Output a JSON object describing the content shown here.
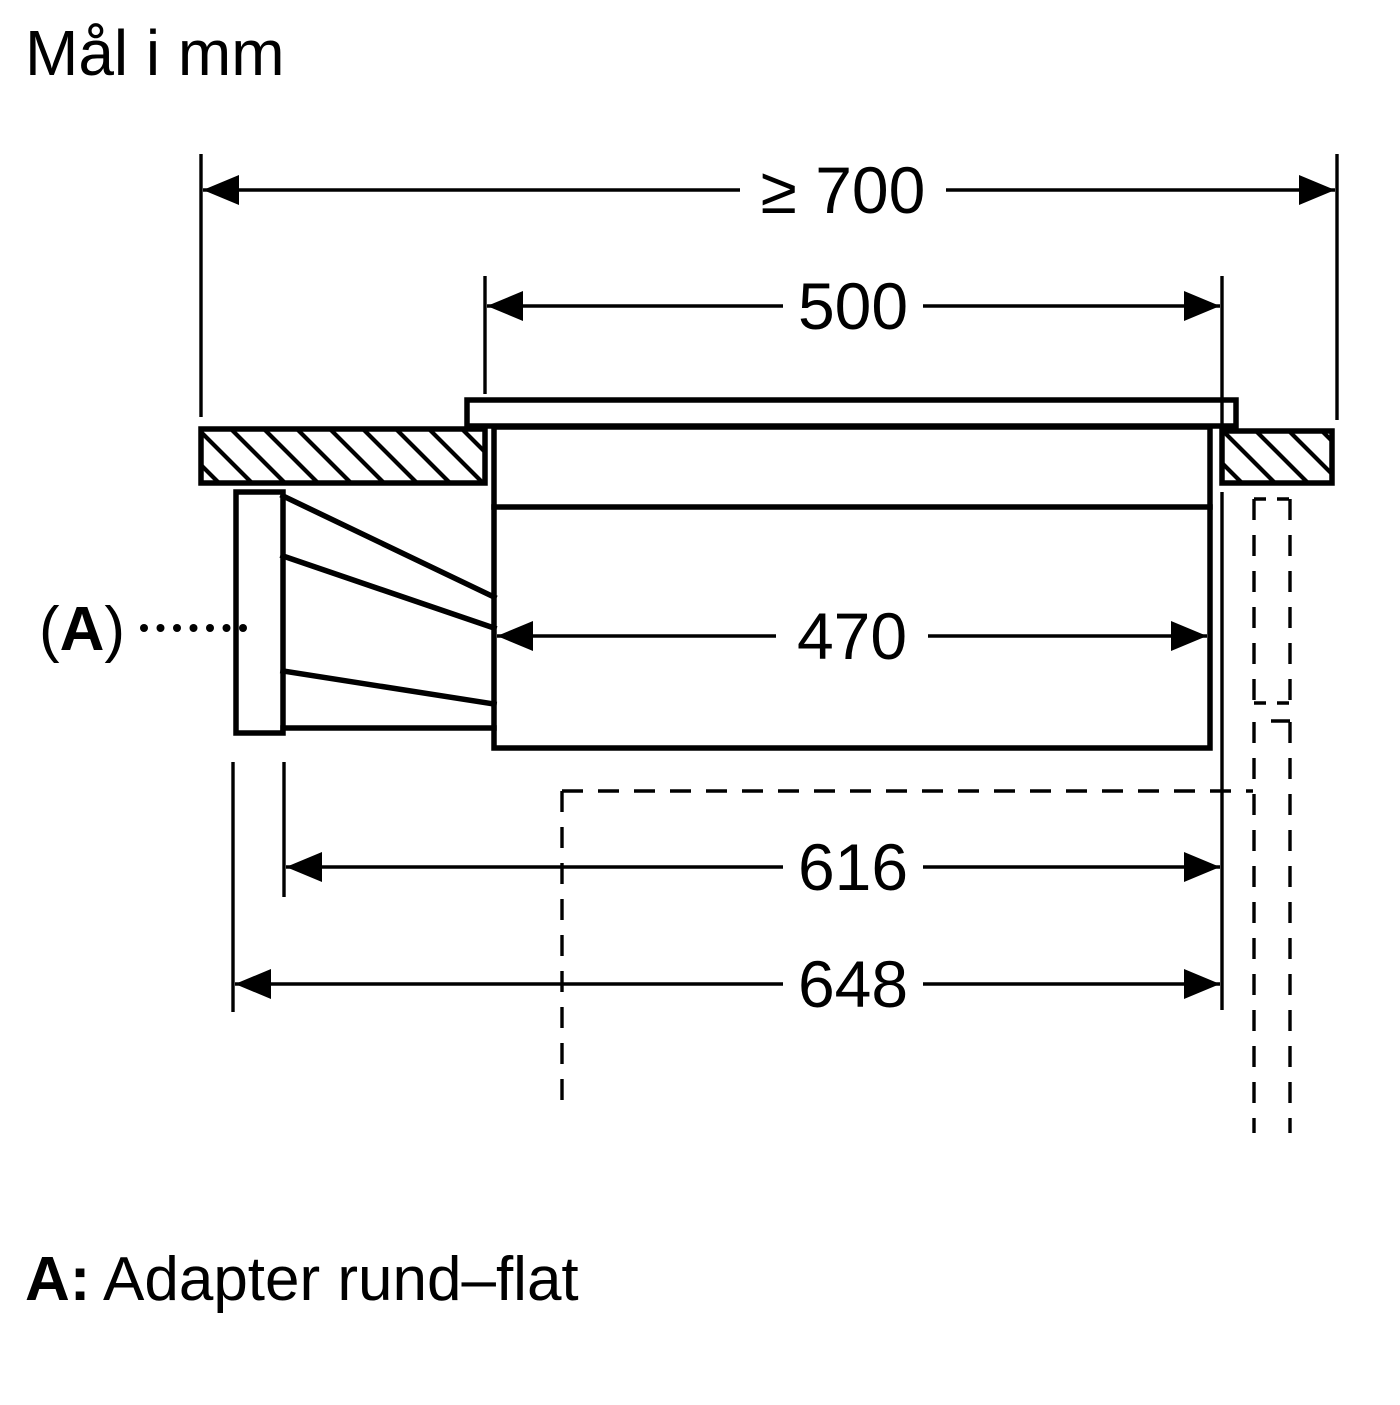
{
  "title": "Mål i mm",
  "dims": {
    "worktop": "≥ 700",
    "glass": "500",
    "body": "470",
    "inner_depth": "616",
    "outer_depth": "648"
  },
  "label_a": {
    "prefix": "(",
    "letter": "A",
    "suffix": ")"
  },
  "legend": {
    "term": "A:",
    "definition": "Adapter rund–flat"
  },
  "colors": {
    "ink": "#000000",
    "background": "#ffffff"
  }
}
